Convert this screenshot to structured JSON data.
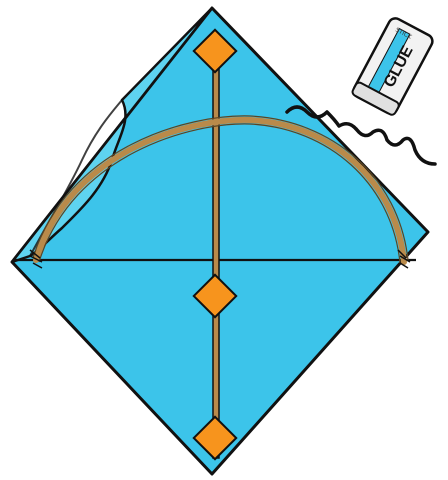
{
  "illustration": {
    "kite_color": "#3cc4ea",
    "kite_fold_color": "#5ed3f0",
    "outline_color": "#111111",
    "spar_color": "#b98a4a",
    "patch_color": "#f7941d",
    "tail_wave_color": "#111111",
    "glue_stick": {
      "label": "GLUE",
      "small_text": "STICK",
      "body_color": "#f2f2f2",
      "stripe_color": "#3cc4ea",
      "icon": "glue-stick-icon"
    },
    "patches_count_visible": 3
  }
}
